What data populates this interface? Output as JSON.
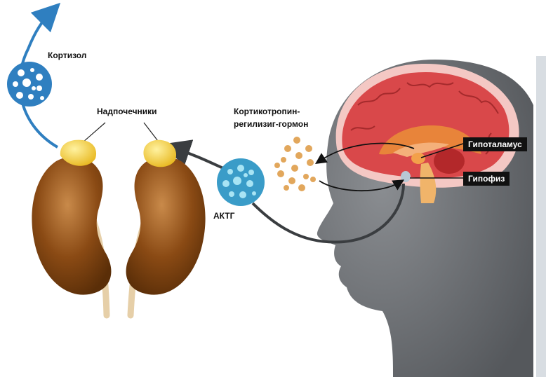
{
  "labels": {
    "cortisol": "Кортизол",
    "adrenals": "Надпочечники",
    "crh_line1": "Кортикотропин-",
    "crh_line2": "регилизиг-гормон",
    "acth": "АКТГ",
    "hypothalamus": "Гипоталамус",
    "pituitary": "Гипофиз"
  },
  "colors": {
    "hormone_blue": "#2f7fc0",
    "acth_cyan": "#3a9cc8",
    "crh_dots": "#e2a75c",
    "kidney": "#8a4a14",
    "adrenal": "#f1cc3a",
    "head": "#6f7276",
    "brain": "#d9484a"
  }
}
